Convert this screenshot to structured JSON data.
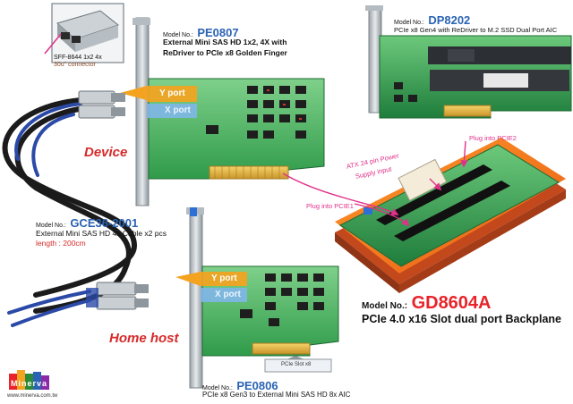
{
  "inset": {
    "connector_label_line1": "SFF-8644 1x2 4x",
    "connector_label_line2": "30u\" connector"
  },
  "pe0807": {
    "model_prefix": "Model No.:",
    "model": "PE0807",
    "desc_line1": "External Mini SAS HD 1x2, 4X with",
    "desc_line2": "ReDriver to PCIe x8 Golden Finger",
    "port_y": "Y port",
    "port_x": "X port"
  },
  "dp8202": {
    "model_prefix": "Model No.:",
    "model": "DP8202",
    "desc": "PCIe x8 Gen4 with ReDriver to M.2 SSD Dual Port AIC"
  },
  "device_label": "Device",
  "plug_pcie2": "Plug into PCIE2",
  "atx_line1": "ATX 24 pin Power",
  "atx_line2": "Supply input",
  "plug_pcie1": "Plug into PCIE1",
  "gce": {
    "model_prefix": "Model No.:",
    "model": "GCE36-2001",
    "desc": "External Mini SAS HD 4x Cable x2 pcs",
    "length": "length : 200cm"
  },
  "gd8604a": {
    "model_prefix": "Model No.:",
    "model": "GD8604A",
    "desc": "PCIe 4.0 x16 Slot dual port Backplane"
  },
  "pe0806": {
    "model_prefix": "Model No.:",
    "model": "PE0806",
    "desc": "PCIe x8 Gen3 to External Mini SAS HD 8x AIC",
    "port_y": "Y port",
    "port_x": "X port",
    "slot": "PCIe Slot x8"
  },
  "home_host_label": "Home host",
  "logo": {
    "brand": "Minerva",
    "url": "www.minerva.com.tw"
  },
  "colors": {
    "red_model": "#e8242a",
    "blue_model": "#2a63b3",
    "accent_label": "#d62a2a",
    "pcb_green": "#2f9b4a",
    "pcb_light": "#7fd08a",
    "port_orange": "#f3a320",
    "backplane_orange": "#f26a1b",
    "arrow_magenta": "#e0318a",
    "cable_dark": "#1b1b1b",
    "cable_blue": "#2b4aa8"
  }
}
